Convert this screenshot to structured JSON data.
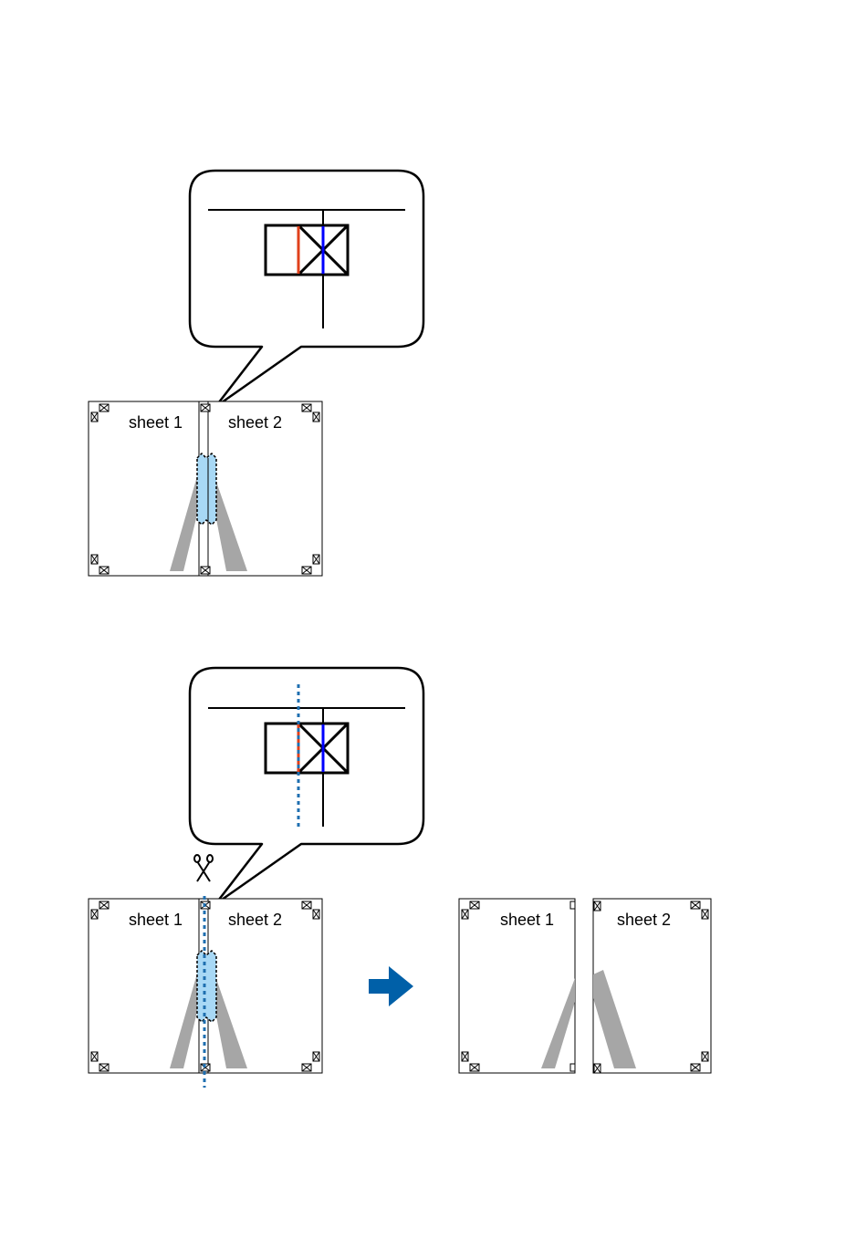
{
  "step1": {
    "callout": {
      "name": "magnified-alignment-callout"
    },
    "sheet_left_label": "sheet 1",
    "sheet_right_label": "sheet 2"
  },
  "step2": {
    "sheet_left_label": "sheet 1",
    "sheet_right_label": "sheet 2",
    "scissors_icon": "scissors-icon",
    "arrow_icon": "right-arrow-icon"
  },
  "result": {
    "sheet_1_label": "sheet 1",
    "sheet_2_label": "sheet 2"
  },
  "colors": {
    "outline": "#000000",
    "left_edge_mark": "#e0401b",
    "center_mark": "#0000ff",
    "cut_line": "#1f6fb0",
    "overlap_fill": "#a8d8f5",
    "image_gray": "#a6a6a6",
    "arrow": "#0060a8"
  }
}
